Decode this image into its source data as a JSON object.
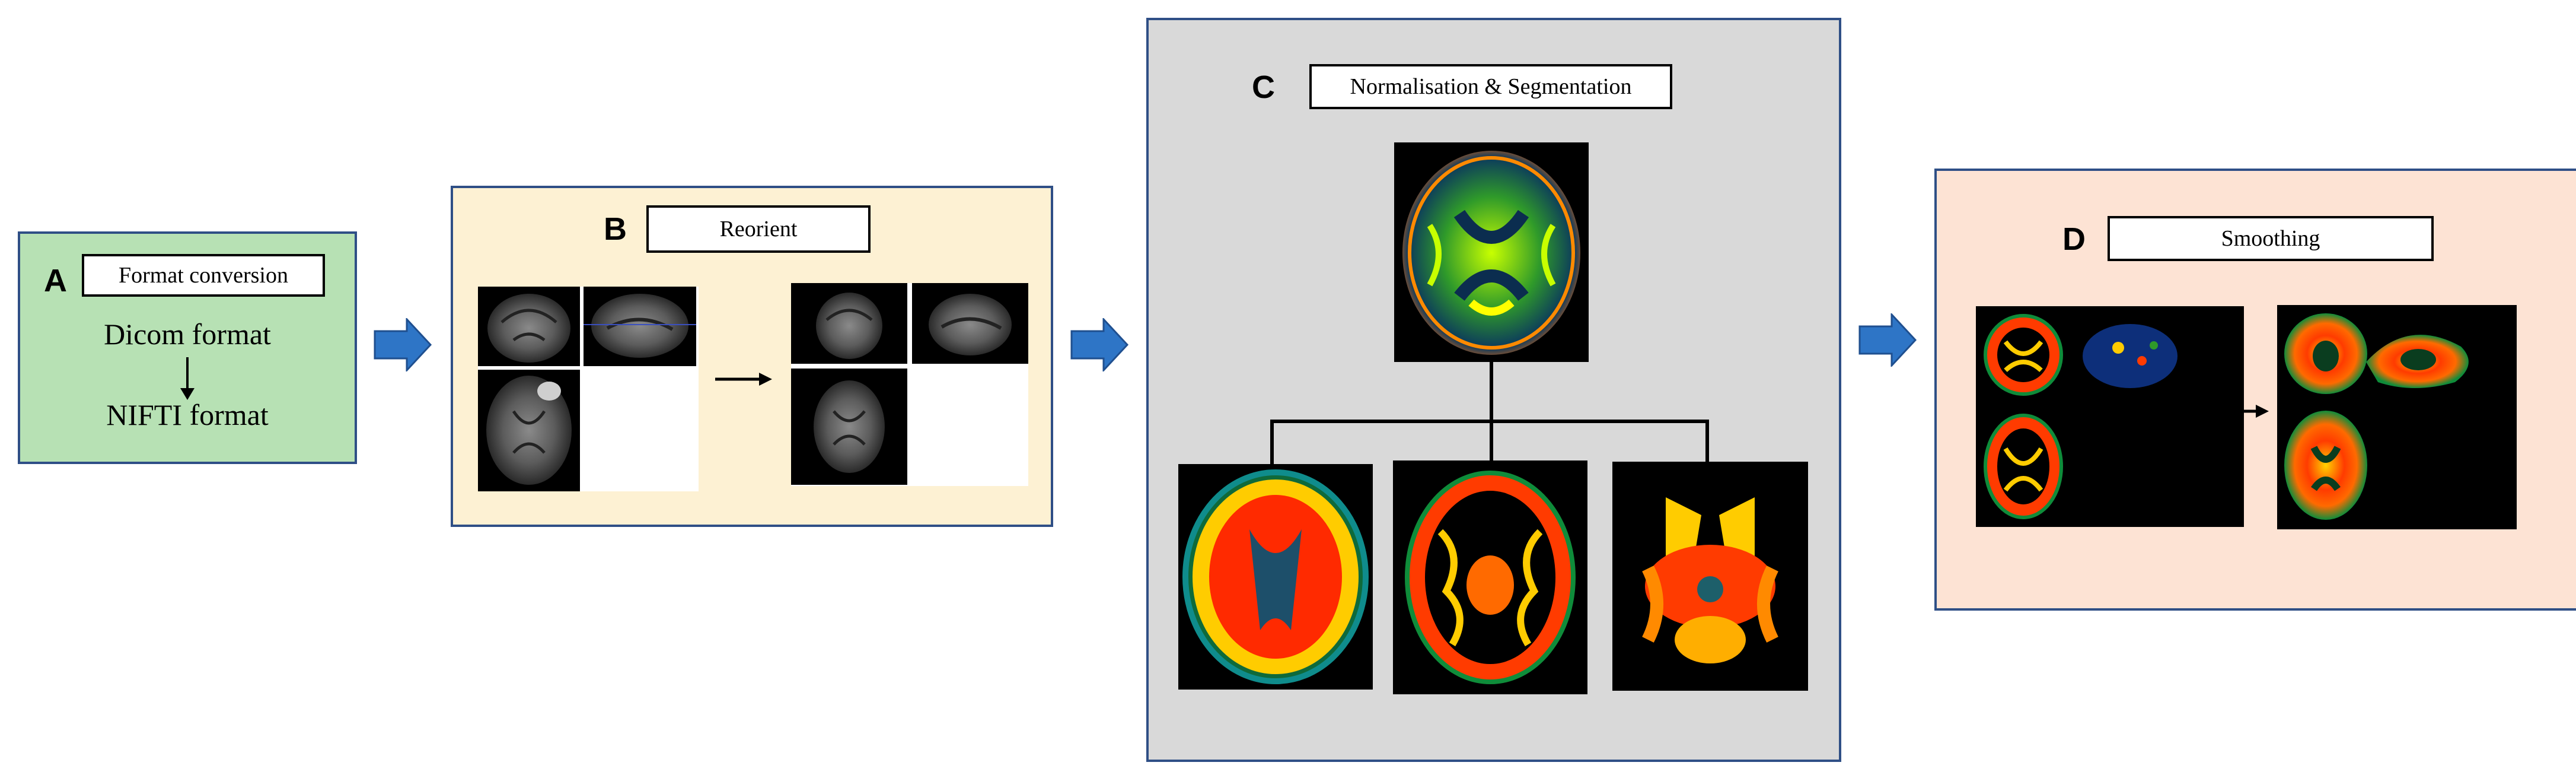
{
  "diagram": {
    "panel_a": {
      "letter": "A",
      "title": "Format conversion",
      "source_format": "Dicom format",
      "target_format": "NIFTI format"
    },
    "panel_b": {
      "letter": "B",
      "title": "Reorient"
    },
    "panel_c": {
      "letter": "C",
      "title": "Normalisation & Segmentation"
    },
    "panel_d": {
      "letter": "D",
      "title": "Smoothing"
    },
    "colors": {
      "panel_a_bg": "#b7e1b4",
      "panel_b_bg": "#fdf1d3",
      "panel_c_bg": "#d9d9d9",
      "panel_d_bg": "#fde3d4",
      "panel_border": "#2f4f86",
      "flow_arrow": "#2e75c6"
    }
  }
}
